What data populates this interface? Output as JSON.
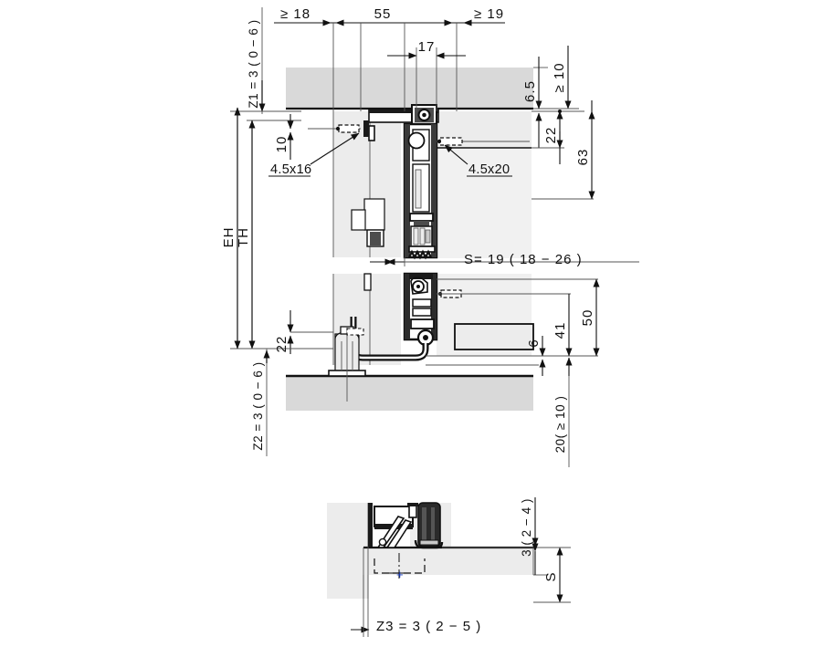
{
  "drawing": {
    "title": "Sliding door fitting installation section drawing",
    "units": "mm",
    "colors": {
      "line": "#111111",
      "thin_line": "#555555",
      "wall_fill": "#d9d9d9",
      "panel_fill": "#ececec",
      "hardware_dark": "#1a1a1a",
      "hardware_mid": "#4d4d4d",
      "background": "#ffffff"
    },
    "dimensions": {
      "top_left_clearance": "≥ 18",
      "top_center": "55",
      "top_right_clearance": "≥ 19",
      "inner_17": "17",
      "head_6_5": "6.5",
      "head_min_10": "≥ 10",
      "right_22": "22",
      "right_63": "63",
      "left_10": "10",
      "left_22": "22",
      "lower_50": "50",
      "lower_41": "41",
      "lower_6": "6",
      "floor_20": "20( ≥ 10 )",
      "z1": "Z1 = 3 ( 0 − 6 )",
      "z2": "Z2 = 3 ( 0 − 6 )",
      "z3": "Z3 = 3 ( 2 − 5 )",
      "eh": "EH",
      "th": "TH",
      "s_range": "S= 19 ( 18 −  26 )",
      "detail_3": "3 ( 2 − 4 )",
      "detail_s": "S"
    },
    "callouts": {
      "screw_left": "4.5x16",
      "screw_right": "4.5x20"
    }
  }
}
